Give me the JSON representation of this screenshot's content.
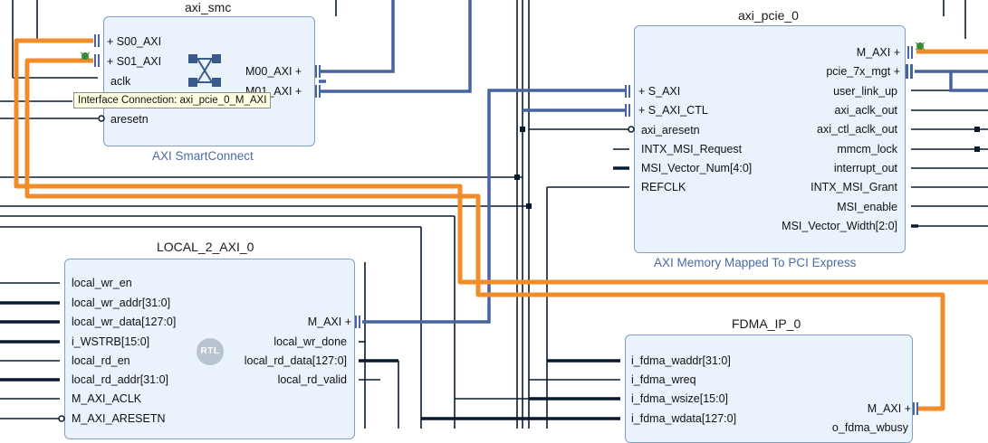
{
  "colors": {
    "wire": "#0a1a2e",
    "bus": "#4864a0",
    "highlight": "#f28c28",
    "block_fill": "#eaf3fb",
    "block_border": "#7f9fc9",
    "subtitle": "#4a6aa3"
  },
  "axi_smc": {
    "title": "axi_smc",
    "subtitle": "AXI SmartConnect",
    "icon": "crossbar-icon",
    "left_ports": [
      "S00_AXI",
      "S01_AXI",
      "aclk",
      "aresetn"
    ],
    "right_ports": [
      "M00_AXI",
      "M01_AXI"
    ]
  },
  "tooltip": {
    "text": "Interface Connection: axi_pcie_0_M_AXI"
  },
  "axi_pcie_0": {
    "title": "axi_pcie_0",
    "subtitle": "AXI Memory Mapped To PCI Express",
    "left_ports": [
      "S_AXI",
      "S_AXI_CTL",
      "axi_aresetn",
      "INTX_MSI_Request",
      "MSI_Vector_Num[4:0]",
      "REFCLK"
    ],
    "right_ports": [
      "M_AXI",
      "pcie_7x_mgt",
      "user_link_up",
      "axi_aclk_out",
      "axi_ctl_aclk_out",
      "mmcm_lock",
      "interrupt_out",
      "INTX_MSI_Grant",
      "MSI_enable",
      "MSI_Vector_Width[2:0]"
    ]
  },
  "local_2_axi_0": {
    "title": "LOCAL_2_AXI_0",
    "badge": "RTL",
    "left_ports": [
      "local_wr_en",
      "local_wr_addr[31:0]",
      "local_wr_data[127:0]",
      "i_WSTRB[15:0]",
      "local_rd_en",
      "local_rd_addr[31:0]",
      "M_AXI_ACLK",
      "M_AXI_ARESETN"
    ],
    "right_ports": [
      "M_AXI",
      "local_wr_done",
      "local_rd_data[127:0]",
      "local_rd_valid"
    ]
  },
  "fdma_ip_0": {
    "title": "FDMA_IP_0",
    "left_ports": [
      "i_fdma_waddr[31:0]",
      "i_fdma_wreq",
      "i_fdma_wsize[15:0]",
      "i_fdma_wdata[127:0]"
    ],
    "right_ports": [
      "M_AXI",
      "o_fdma_wbusy"
    ]
  }
}
